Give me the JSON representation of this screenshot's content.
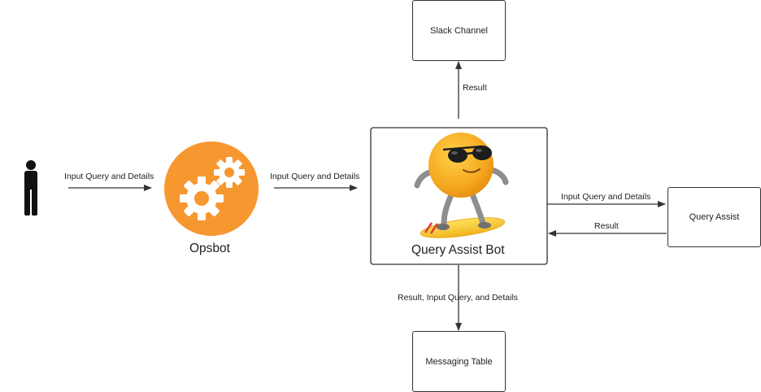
{
  "nodes": {
    "opsbot": {
      "label": "Opsbot",
      "color": "#F7972F"
    },
    "query_assist_bot": {
      "label": "Query Assist Bot"
    },
    "slack_channel": {
      "label": "Slack Channel"
    },
    "query_assist": {
      "label": "Query Assist"
    },
    "messaging_table": {
      "label": "Messaging Table"
    }
  },
  "edges": {
    "user_to_opsbot": "Input Query and Details",
    "opsbot_to_bot": "Input Query and Details",
    "bot_to_slack": "Result",
    "bot_to_query_assist": "Input Query and Details",
    "query_assist_to_bot": "Result",
    "bot_to_messaging": "Result, Input Query, and Details"
  },
  "icons": {
    "user": "person-icon",
    "opsbot": "gears-icon",
    "bot_mascot": "emoji-surfer-icon"
  }
}
